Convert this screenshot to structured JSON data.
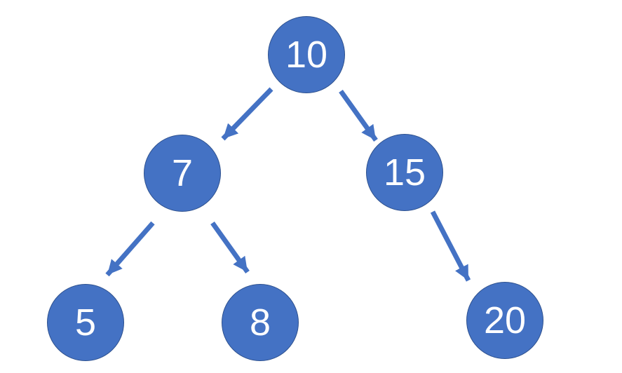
{
  "diagram": {
    "type": "binary-tree",
    "background": "#ffffff",
    "colors": {
      "node_fill": "#4472C4",
      "node_border": "#2F528F",
      "arrow": "#4472C4",
      "label": "#FFFFFF",
      "background": "#FFFFFF"
    },
    "nodes": [
      {
        "id": "10",
        "label": "10"
      },
      {
        "id": "7",
        "label": "7"
      },
      {
        "id": "15",
        "label": "15"
      },
      {
        "id": "5",
        "label": "5"
      },
      {
        "id": "8",
        "label": "8"
      },
      {
        "id": "20",
        "label": "20"
      }
    ],
    "edges": [
      {
        "from": "10",
        "to": "7"
      },
      {
        "from": "10",
        "to": "15"
      },
      {
        "from": "7",
        "to": "5"
      },
      {
        "from": "7",
        "to": "8"
      },
      {
        "from": "15",
        "to": "20"
      }
    ]
  }
}
